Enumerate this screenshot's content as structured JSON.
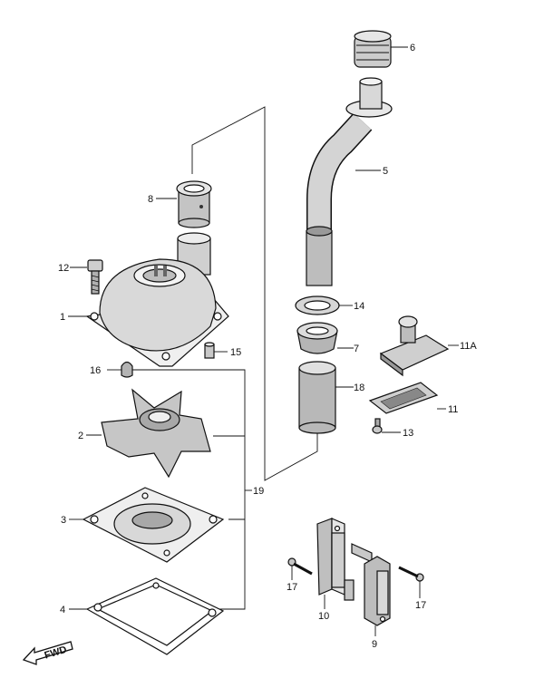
{
  "callouts": {
    "c1": "1",
    "c2": "2",
    "c3": "3",
    "c4": "4",
    "c5": "5",
    "c6": "6",
    "c7": "7",
    "c8": "8",
    "c9": "9",
    "c10": "10",
    "c11": "11",
    "c11a": "11A",
    "c12": "12",
    "c13": "13",
    "c14": "14",
    "c15": "15",
    "c16": "16",
    "c17a": "17",
    "c17b": "17",
    "c18": "18",
    "c19": "19"
  },
  "fwd_label": "FWD"
}
